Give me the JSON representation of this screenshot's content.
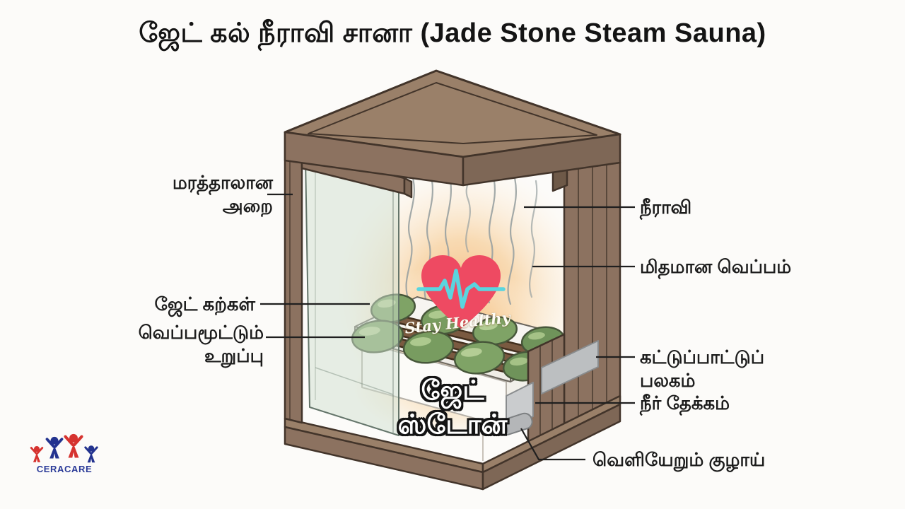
{
  "title": "ஜேட் கல் நீராவி சானா (Jade Stone Steam Sauna)",
  "center_caption": "ஜேட் ஸ்டோன்",
  "watermark": {
    "text": "Stay Healthy"
  },
  "brand": {
    "name": "CERACARE"
  },
  "labels": {
    "wooden_room": {
      "line1": "மரத்தாலான",
      "line2": "அறை"
    },
    "jade_stones": {
      "line1": "ஜேட் கற்கள்"
    },
    "heating_element": {
      "line1": "வெப்பமூட்டும்",
      "line2": "உறுப்பு"
    },
    "steam": {
      "line1": "நீராவி"
    },
    "mild_heat": {
      "line1": "மிதமான வெப்பம்"
    },
    "control_panel": {
      "line1": "கட்டுப்பாட்டுப்",
      "line2": "பலகம்"
    },
    "water_reservoir": {
      "line1": "நீர் தேக்கம்"
    },
    "outlet_pipe": {
      "line1": "வெளியேறும் குழாய்"
    }
  },
  "colors": {
    "wood": "#8c7260",
    "wood_dark": "#7e6756",
    "wood_light": "#9a8069",
    "outline": "#42342a",
    "glass": "#cfe0cf",
    "stone": "#7fa366",
    "stone_outline": "#47573a",
    "glow": "#f3b97e",
    "heart": "#ee4a62",
    "ekg": "#5ad5df",
    "steam_line": "#9aa2a2",
    "panel_gray": "#bcbfc1",
    "brand_red": "#d6332f",
    "brand_blue": "#23338f",
    "label_text": "#1c1c1c"
  }
}
